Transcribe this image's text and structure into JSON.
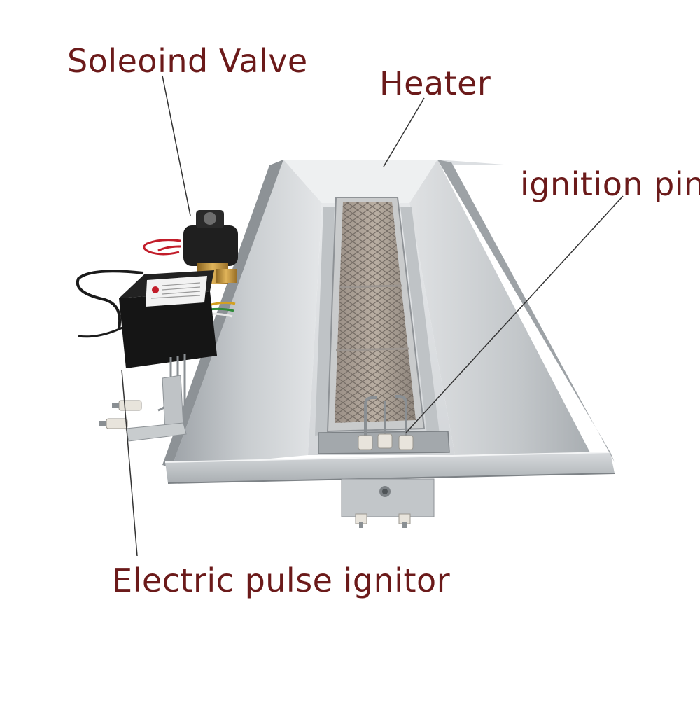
{
  "labels": {
    "solenoid_valve": "Soleoind Valve",
    "heater": "Heater",
    "ignition_pin": "ignition pin",
    "electric_pulse_ignitor": "Electric pulse ignitor"
  },
  "colors": {
    "label_text": "#6b1a1a",
    "leader_line": "#333333",
    "steel": "#b8bcc0",
    "solenoid_brass": "#c99a3a",
    "solenoid_coil": "#2a2a2a",
    "ignitor_box": "#161616",
    "ceramic": "#e8e4dc"
  }
}
